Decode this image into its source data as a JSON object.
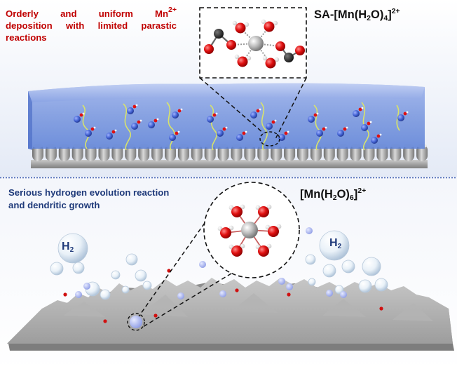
{
  "top_panel": {
    "caption_line1": "Orderly and uniform Mn",
    "caption_line1_sup": "2+",
    "caption_line2": "deposition with limited parastic",
    "caption_line3": "reactions",
    "complex_prefix": "SA-[Mn(H",
    "complex_sub1": "2",
    "complex_mid": "O)",
    "complex_sub2": "4",
    "complex_close": "]",
    "complex_charge": "2+"
  },
  "bottom_panel": {
    "caption_line1": "Serious hydrogen evolution reaction",
    "caption_line2": "and dendritic growth",
    "complex_prefix": "[Mn(H",
    "complex_sub1": "2",
    "complex_mid": "O)",
    "complex_sub2": "6",
    "complex_close": "]",
    "complex_charge": "2+",
    "gas_label_H": "H",
    "gas_label_sub": "2"
  },
  "colors": {
    "caption_top": "#c00000",
    "caption_bottom": "#1f3a7a",
    "oxygen": "#e01010",
    "manganese": "#b9b9b9",
    "carbon": "#2b2b2b",
    "hydrogen": "#ffffff",
    "electrolyte": "#6f8fd8",
    "mn_ion": "#3f5fd0",
    "substrate": "#9a9a9a",
    "divider": "#3a5ab0"
  }
}
